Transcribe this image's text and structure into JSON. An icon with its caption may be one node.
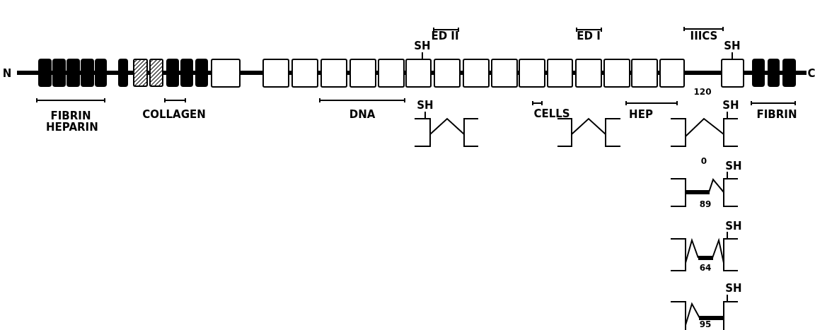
{
  "diagram": {
    "labels": [
      "ED II",
      "ED I",
      "IIICS",
      "SH",
      "SH",
      "N",
      "C",
      "120",
      "FIBRIN HEPARIN",
      "COLLAGEN",
      "DNA",
      "SH",
      "CELLS",
      "HEP",
      "SH",
      "FIBRIN",
      "0",
      "SH",
      "89",
      "SH",
      "64",
      "SH",
      "95"
    ]
  }
}
